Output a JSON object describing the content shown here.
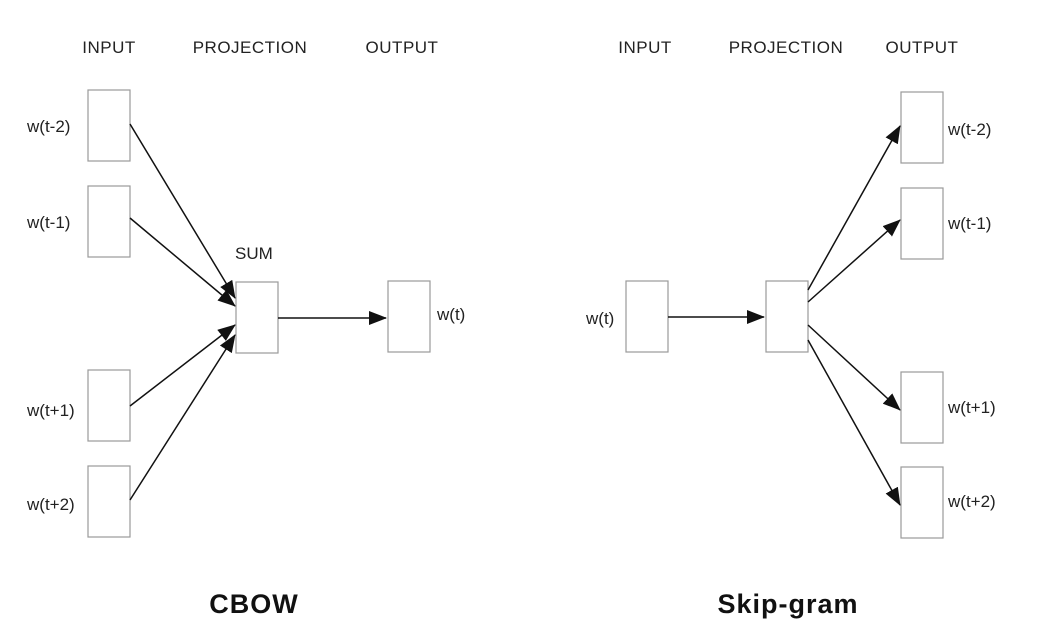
{
  "cbow": {
    "title": "CBOW",
    "headers": {
      "input": "INPUT",
      "projection": "PROJECTION",
      "output": "OUTPUT"
    },
    "inputs": [
      "w(t-2)",
      "w(t-1)",
      "w(t+1)",
      "w(t+2)"
    ],
    "projection_label": "SUM",
    "output": "w(t)"
  },
  "skipgram": {
    "title": "Skip-gram",
    "headers": {
      "input": "INPUT",
      "projection": "PROJECTION",
      "output": "OUTPUT"
    },
    "input": "w(t)",
    "outputs": [
      "w(t-2)",
      "w(t-1)",
      "w(t+1)",
      "w(t+2)"
    ]
  },
  "colors": {
    "box_border": "#9a9a9a",
    "arrow": "#111111",
    "text": "#222222"
  }
}
